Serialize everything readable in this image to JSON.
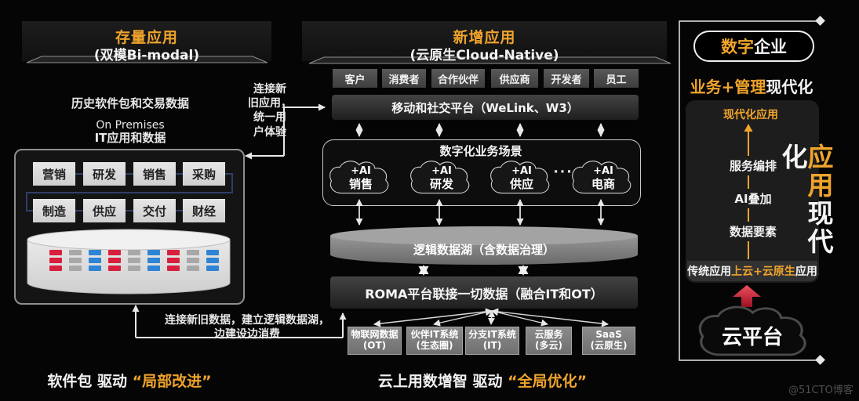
{
  "colors": {
    "accent": "#F0A42C",
    "bar_red": "#D81F3D",
    "bar_blue": "#2F84D6",
    "bar_gray": "#A8A8A8",
    "arrow_red": "#C41230"
  },
  "left_panel": {
    "title": "存量应用",
    "subtitle": "(双模Bi-modal)",
    "line1": "历史软件包和交易数据",
    "line2": "On Premises",
    "line3": "IT应用和数据",
    "apps": [
      "营销",
      "研发",
      "销售",
      "采购",
      "制造",
      "供应",
      "交付",
      "财经"
    ]
  },
  "connectors": {
    "top_lines": [
      "连接新",
      "旧应用，",
      "统一用",
      "户体验"
    ],
    "bottom_line1": "连接新旧数据，建立逻辑数据湖，",
    "bottom_line2": "边建设边消费"
  },
  "middle_panel": {
    "title": "新增应用",
    "subtitle": "(云原生Cloud-Native)",
    "stakeholders": [
      "客户",
      "消费者",
      "合作伙伴",
      "供应商",
      "开发者",
      "员工"
    ],
    "platform": "移动和社交平台（WeLink、W3）",
    "scenario_title": "数字化业务场景",
    "clouds": [
      {
        "ai": "+AI",
        "name": "销售"
      },
      {
        "ai": "+AI",
        "name": "研发"
      },
      {
        "ai": "+AI",
        "name": "供应"
      },
      {
        "ai": "+AI",
        "name": "电商"
      }
    ],
    "ellipsis": "···",
    "data_lake": "逻辑数据湖（含数据治理）",
    "roma": "ROMA平台联接一切数据（融合IT和OT）",
    "sources": [
      {
        "l1": "物联网数据",
        "l2": "(OT)"
      },
      {
        "l1": "伙伴IT系统",
        "l2": "(生态圈)"
      },
      {
        "l1": "分支IT系统",
        "l2": "(IT)"
      },
      {
        "l1": "云服务",
        "l2": "(多云)"
      },
      {
        "l1": "SaaS",
        "l2": "(云原生)"
      }
    ]
  },
  "right_panel": {
    "badge_accent": "数字",
    "badge_rest": "企业",
    "headline_accent": "业务+管理",
    "headline_rest": "现代化",
    "box_top": "现代化应用",
    "steps": [
      "服务编排",
      "AI叠加",
      "数据要素"
    ],
    "vertical_accent": "应用",
    "vertical_rest": "现代化",
    "strip_pre": "传统应用",
    "strip_accent": "上云+云原生",
    "strip_post": "应用",
    "cloud": "云平台"
  },
  "captions": {
    "left_pre": "软件包 驱动 ",
    "left_quote": "“局部改进”",
    "middle_pre": "云上用数增智 驱动 ",
    "middle_quote": "“全局优化”"
  },
  "watermark": "@51CTO博客"
}
